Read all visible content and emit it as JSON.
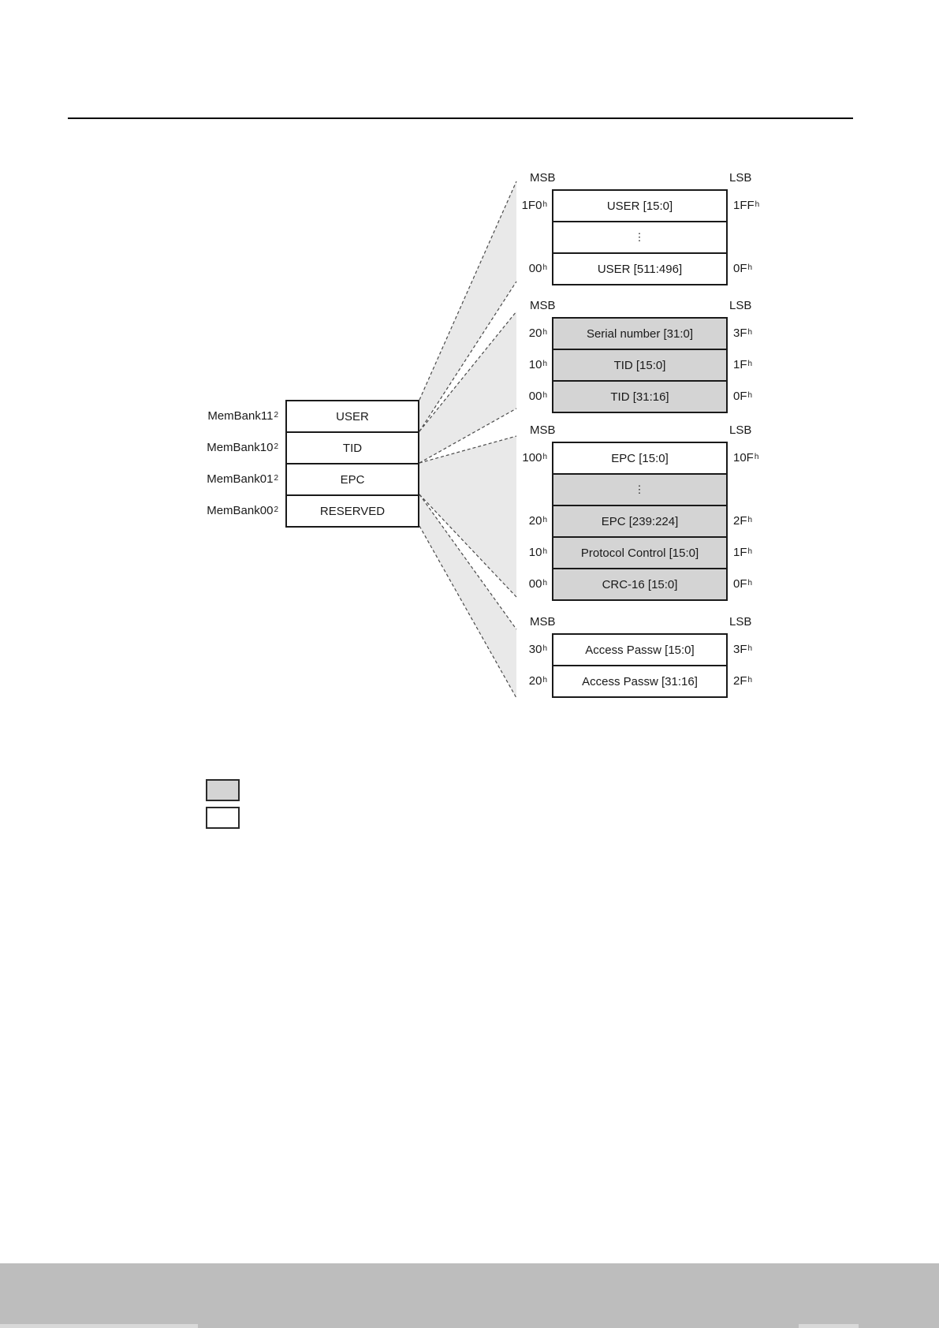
{
  "colors": {
    "shaded_cell": "#d4d4d4",
    "unshaded_cell": "#ffffff",
    "fan_shade": "#e9e9e9",
    "footer_bar": "#bdbdbd"
  },
  "subscripts": {
    "hex": "h",
    "bin": "2"
  },
  "membank": {
    "items": [
      {
        "name": "MemBank11",
        "value": "USER"
      },
      {
        "name": "MemBank10",
        "value": "TID"
      },
      {
        "name": "MemBank01",
        "value": "EPC"
      },
      {
        "name": "MemBank00",
        "value": "RESERVED"
      }
    ]
  },
  "sections": [
    {
      "id": "user",
      "msb": "MSB",
      "lsb": "LSB",
      "rows": [
        {
          "addr_l": "1F0",
          "sub_l": "h",
          "label": "USER [15:0]",
          "addr_r": "1FF",
          "sub_r": "h"
        },
        {
          "addr_l": "",
          "sub_l": "",
          "label": "⋮",
          "addr_r": "",
          "sub_r": ""
        },
        {
          "addr_l": "00",
          "sub_l": "h",
          "label": "USER [511:496]",
          "addr_r": "0F",
          "sub_r": "h"
        }
      ]
    },
    {
      "id": "tid",
      "msb": "MSB",
      "lsb": "LSB",
      "rows": [
        {
          "addr_l": "20",
          "sub_l": "h",
          "label": "Serial number [31:0]",
          "addr_r": "3F",
          "sub_r": "h"
        },
        {
          "addr_l": "10",
          "sub_l": "h",
          "label": "TID [15:0]",
          "addr_r": "1F",
          "sub_r": "h"
        },
        {
          "addr_l": "00",
          "sub_l": "h",
          "label": "TID [31:16]",
          "addr_r": "0F",
          "sub_r": "h"
        }
      ]
    },
    {
      "id": "epc",
      "msb": "MSB",
      "lsb": "LSB",
      "rows": [
        {
          "addr_l": "100",
          "sub_l": "h",
          "label": "EPC [15:0]",
          "addr_r": "10F",
          "sub_r": "h"
        },
        {
          "addr_l": "",
          "sub_l": "",
          "label": "⋮",
          "addr_r": "",
          "sub_r": ""
        },
        {
          "addr_l": "20",
          "sub_l": "h",
          "label": "EPC [239:224]",
          "addr_r": "2F",
          "sub_r": "h"
        },
        {
          "addr_l": "10",
          "sub_l": "h",
          "label": "Protocol Control [15:0]",
          "addr_r": "1F",
          "sub_r": "h"
        },
        {
          "addr_l": "00",
          "sub_l": "h",
          "label": "CRC-16 [15:0]",
          "addr_r": "0F",
          "sub_r": "h"
        }
      ]
    },
    {
      "id": "access",
      "msb": "MSB",
      "lsb": "LSB",
      "rows": [
        {
          "addr_l": "30",
          "sub_l": "h",
          "label": "Access Passw [15:0]",
          "addr_r": "3F",
          "sub_r": "h"
        },
        {
          "addr_l": "20",
          "sub_l": "h",
          "label": "Access Passw [31:16]",
          "addr_r": "2F",
          "sub_r": "h"
        }
      ]
    }
  ]
}
